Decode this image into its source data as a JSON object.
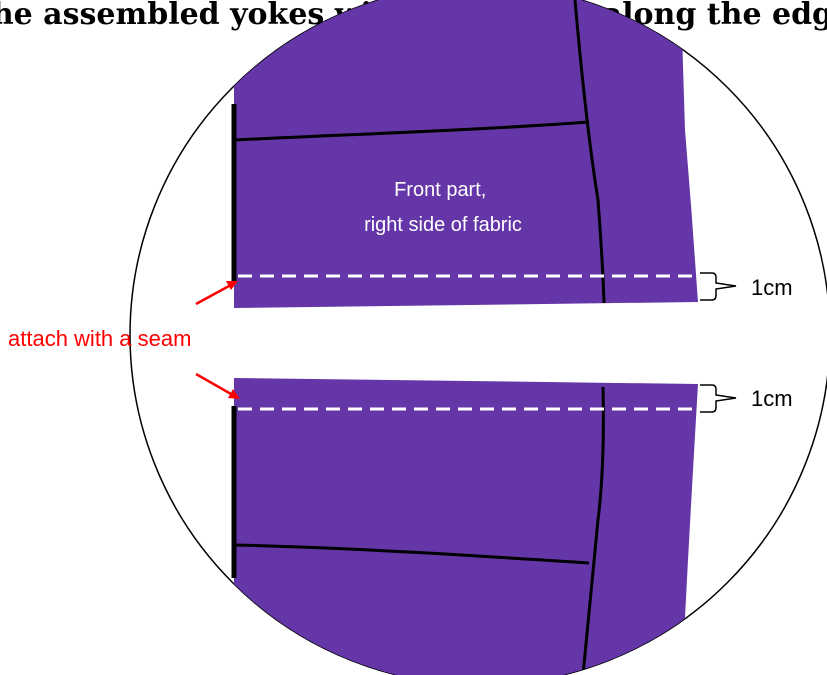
{
  "heading_fragment": "ap the assembled yokes with two seams along the edges a",
  "labels": {
    "front_part_line1": "Front part,",
    "front_part_line2": "right side of fabric",
    "allowance_top": "1cm",
    "allowance_bottom": "1cm",
    "annotation": "attach with a seam"
  },
  "colors": {
    "fabric": "#6436A8",
    "outline": "#000000",
    "seam_dash": "#ffffff",
    "annotation": "#ff0000",
    "background": "#ffffff"
  }
}
